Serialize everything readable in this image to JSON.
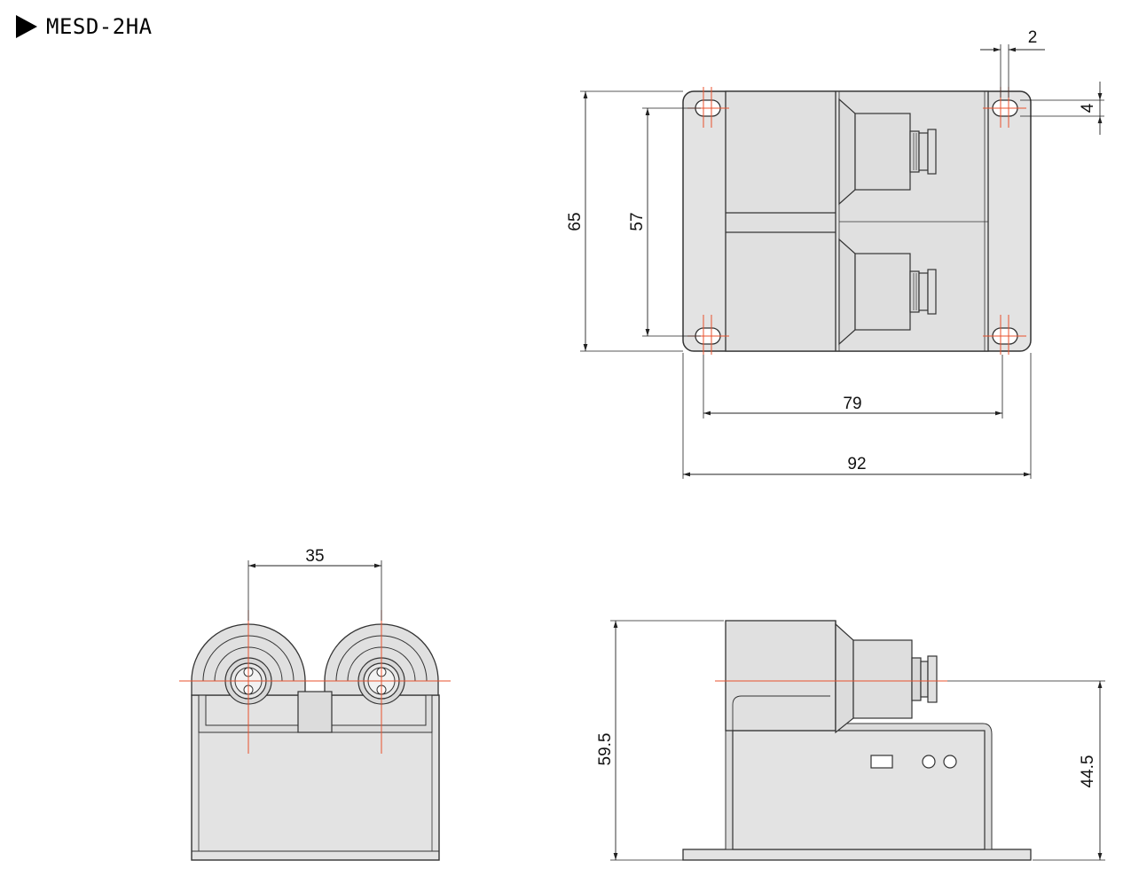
{
  "title": "MESD-2HA",
  "colors": {
    "body_fill": "#e3e3e3",
    "outline": "#333333",
    "centerline": "#e8522e",
    "dimension": "#222222"
  },
  "dimensions": {
    "top_width": "92",
    "top_hole_pitch_x": "79",
    "top_height": "65",
    "top_hole_pitch_y": "57",
    "hole_offset": "2",
    "slot_height": "4",
    "front_pitch": "35",
    "side_height": "59.5",
    "side_center_height": "44.5"
  }
}
